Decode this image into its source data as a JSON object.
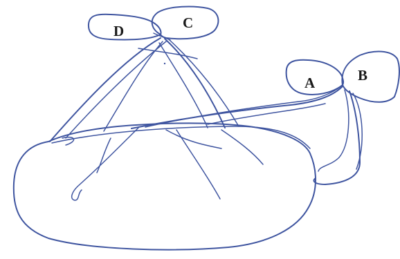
{
  "labels": {
    "d": "D",
    "c": "C",
    "a": "A",
    "b": "B"
  },
  "colors": {
    "ink": "#3f55a0",
    "label": "#1a1a1a",
    "background": "#ffffff"
  }
}
